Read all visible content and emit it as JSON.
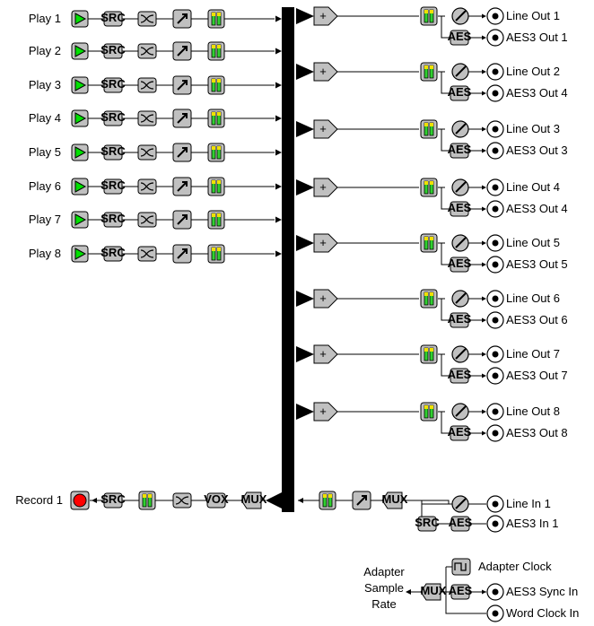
{
  "play_labels": [
    "Play 1",
    "Play 2",
    "Play 3",
    "Play 4",
    "Play 5",
    "Play 6",
    "Play 7",
    "Play 8"
  ],
  "output_groups": [
    {
      "line": "Line Out 1",
      "aes": "AES3 Out 1"
    },
    {
      "line": "Line Out 2",
      "aes": "AES3 Out 4"
    },
    {
      "line": "Line Out 3",
      "aes": "AES3 Out 3"
    },
    {
      "line": "Line Out 4",
      "aes": "AES3 Out 4"
    },
    {
      "line": "Line Out 5",
      "aes": "AES3 Out 5"
    },
    {
      "line": "Line Out 6",
      "aes": "AES3 Out 6"
    },
    {
      "line": "Line Out 7",
      "aes": "AES3 Out 7"
    },
    {
      "line": "Line Out 8",
      "aes": "AES3 Out 8"
    }
  ],
  "record": {
    "label": "Record 1"
  },
  "inputs": {
    "line": "Line In 1",
    "aes": "AES3 In 1"
  },
  "clock": {
    "rate_label": [
      "Adapter",
      "Sample",
      "Rate"
    ],
    "adapter_clock": "Adapter Clock",
    "aes_sync": "AES3 Sync In",
    "word_clock": "Word Clock In"
  },
  "block_labels": {
    "src": "SRC",
    "aes": "AES",
    "mux": "MUX",
    "vox": "VOX",
    "sum": "+"
  },
  "icons": {
    "play": "play-triangle-icon",
    "src": "src-icon",
    "crossfade": "crossfade-icon",
    "level": "level-arrow-icon",
    "meter": "meter-icon",
    "sum": "summing-node-icon",
    "knob": "volume-knob-icon",
    "jack": "jack-connector-icon",
    "mux": "mux-icon",
    "record": "record-button-icon",
    "clock": "square-wave-icon"
  },
  "colors": {
    "block_fill": "#c0c0c0",
    "play_green": "#00e000",
    "meter_green": "#30d030",
    "meter_yellow": "#f0e000",
    "record_red": "#ff0000",
    "bus_black": "#000000"
  }
}
